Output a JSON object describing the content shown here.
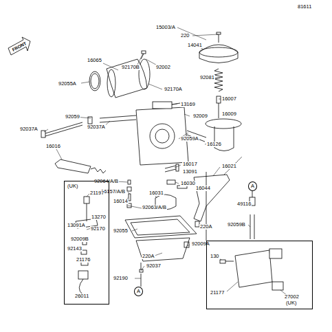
{
  "diagram": {
    "nodes": [
      {
        "text": [
          "(UK)",
          "21197",
          "13270",
          "13091A",
          "92170",
          "92009B",
          "92143",
          "21176",
          "26011"
        ]
      },
      {
        "text": [
          "130",
          "21177",
          "27002",
          "(UK)"
        ]
      },
      {
        "text": [
          "A"
        ]
      },
      {
        "text": [
          "A"
        ]
      }
    ],
    "edges": [],
    "labels": [
      "81611",
      "FRONT",
      "15003/A",
      "220",
      "14041",
      "16065",
      "92170B",
      "92002",
      "92055A",
      "92170A",
      "13169",
      "92009",
      "92081",
      "16007",
      "16009",
      "92059",
      "92037A",
      "92037A",
      "92059A",
      "16126",
      "16016",
      "16017",
      "13091",
      "16021",
      "92064/A/B",
      "16030",
      "16044",
      "16157/A/B",
      "16031",
      "16014",
      "92063/A/B",
      "220A",
      "49116",
      "92059B",
      "92055",
      "92009A",
      "220A",
      "92037",
      "92190"
    ]
  }
}
